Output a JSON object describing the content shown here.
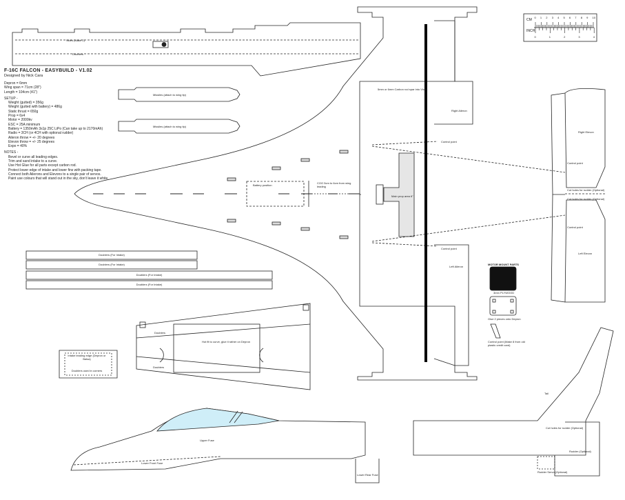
{
  "header": {
    "title": "F-16C FALCON - EASYBUILD - V1.02",
    "designer": "Designed by Nick Cara"
  },
  "specs": [
    "Depron = 6mm",
    "Wing span = 71cm (28\")",
    "Length = 104cm (41\")"
  ],
  "setup": {
    "heading": "SETUP -",
    "items": [
      "Weight (gutted) = 356g",
      "Weight (gutted with battery) = 486g",
      "Static thrust = 650g",
      "Prop = 6x4",
      "Motor = 2000kv",
      "ESC = 25A minimum",
      "Battery = 1350mAh 3s1p 25C LiPo (Can take up to 2170mAh)",
      "Radio = 3CH (or 4CH with optional rudder)",
      "Aileron throw = +/- 20 degrees",
      "Elevon throw = +/- 25 degrees",
      "Expo = 40%"
    ]
  },
  "notes": {
    "heading": "NOTES -",
    "items": [
      "Bevel or curve all leading edges.",
      "Trim and sand intake to a curve.",
      "Use Hot Glue for all parts except carbon rod.",
      "Protect lower edge of intake and lower fins with packing tape.",
      "Connect both Ailerons and Elevons to a single pair of servos.",
      "Paint use colours that will stand out in the sky, don't leave it white."
    ]
  },
  "ruler": {
    "cm_label": "CM",
    "inch_label": "INCH",
    "cm_ticks": [
      "0",
      "1",
      "2",
      "3",
      "4",
      "5",
      "6",
      "7",
      "8",
      "9",
      "10"
    ],
    "inch_ticks": [
      "0",
      "1",
      "2",
      "3",
      "4"
    ]
  },
  "labels": {
    "side_wedge": "Sides (Make 2)",
    "doublers_side": "Doublers",
    "missile_top": "Missiles (attach to wing tip)",
    "missile_bottom": "Missiles (attach to wing tip)",
    "battery": "Battery position",
    "cog": "COG 5cm to 6cm from wing leading",
    "motor_area": "Main prop area 6\"",
    "carbon": "5mm or 6mm Carbon rod spar into Violet",
    "right_aileron": "Right Aileron",
    "left_aileron": "Left Aileron",
    "control_point_top": "Control point",
    "control_point_bottom": "Control point",
    "right_elevon": "Right Elevon",
    "left_elevon": "Left Elevon",
    "elevon_control_top": "Control point",
    "elevon_control_bottom": "Control point",
    "cut_holes_top": "Cut holes for rudder (Optional)",
    "cut_holes_bottom": "Cut holes for rudder (Optional)",
    "motor_mount_title": "MOTOR MOUNT PARTS",
    "motor_mount_1": "3mm PLYWOOD",
    "motor_mount_2": "Glue 2 pieces onto Depron",
    "control_point_note": "Control point (Make 8 from old plastic credit card)",
    "doubler_strip_1": "Doublers (For Intake)",
    "doubler_strip_2": "Doublers (For Intake)",
    "doubler_strip_3": "Doublers (For Intake)",
    "doubler_strip_4": "Doublers (For Intake)",
    "intake_doublers_top": "Doublers",
    "intake_doublers_bottom": "Doublers",
    "intake_main": "Hot fit to curve, glue it rather on Depron",
    "intake_edge": "Intake leading edge (Depron or Balsa)",
    "intake_doublers_corners": "Doublers used in corners",
    "upper_fuse": "Upper Fuse",
    "lower_front_fuse": "Lower Front Fuse",
    "lower_rear_fuse": "Lower Rear Fuse",
    "tail": "Tail",
    "cut_holes_tail": "Cut holes for rudder (Optional)",
    "rudder": "Rudder (Optional)",
    "rudder_servo": "Rudder Servo (Optional)"
  },
  "colors": {
    "line": "#222222",
    "canopy": "#cfeef8",
    "motor_plate": "#e6e6e6",
    "mount_black": "#111111"
  }
}
